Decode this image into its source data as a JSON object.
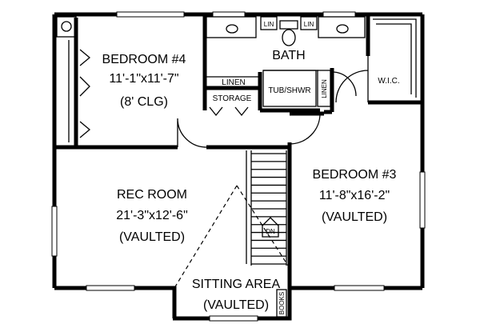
{
  "rooms": {
    "bedroom4": {
      "name": "BEDROOM #4",
      "size": "11'-1\"x11'-7\"",
      "ceiling": "(8' CLG)"
    },
    "bath": {
      "name": "BATH"
    },
    "rec_room": {
      "name": "REC ROOM",
      "size": "21'-3\"x12'-6\"",
      "ceiling": "(VAULTED)"
    },
    "bedroom3": {
      "name": "BEDROOM #3",
      "size": "11'-8\"x16'-2\"",
      "ceiling": "(VAULTED)"
    },
    "sitting_area": {
      "name": "SITTING AREA",
      "ceiling": "(VAULTED)"
    }
  },
  "small_labels": {
    "lin_left": "LIN",
    "lin_right": "LIN",
    "linen_upper": "LINEN",
    "storage": "STORAGE",
    "tub_shower": "TUB/SHWR",
    "linen_side": "LINEN",
    "wic": "W.I.C.",
    "stair_down": "DN",
    "books": "BOOKS"
  }
}
